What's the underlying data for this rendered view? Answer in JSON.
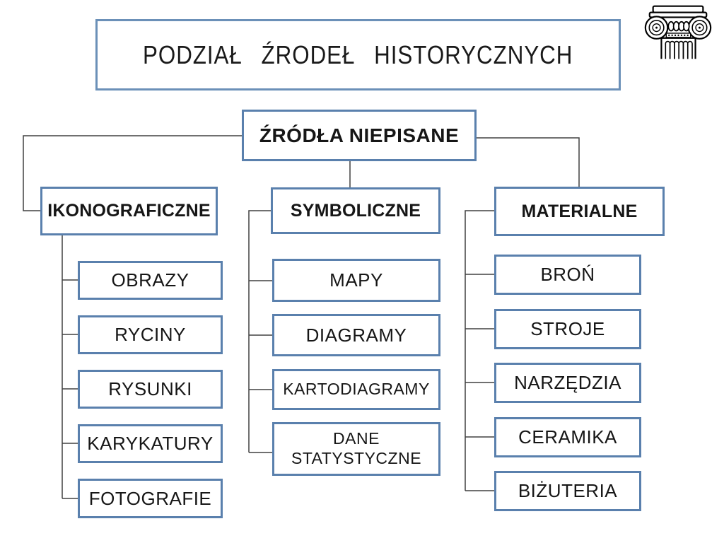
{
  "slide": {
    "title": "PODZIAŁ ŹRODEŁ HISTORYCZNYCH",
    "corner_icon": "ionic-column-capital-icon"
  },
  "colors": {
    "box_border": "#5a80ad",
    "title_border": "#6b90b8",
    "connector": "#404040",
    "text": "#161616",
    "background": "#ffffff"
  },
  "tree": {
    "root": {
      "label": "ŹRÓDŁA NIEPISANE"
    },
    "branches": [
      {
        "label": "IKONOGRAFICZNE",
        "children": [
          "OBRAZY",
          "RYCINY",
          "RYSUNKI",
          "KARYKATURY",
          "FOTOGRAFIE"
        ]
      },
      {
        "label": "SYMBOLICZNE",
        "children": [
          "MAPY",
          "DIAGRAMY",
          "KARTODIAGRAMY",
          "DANE STATYSTYCZNE"
        ]
      },
      {
        "label": "MATERIALNE",
        "children": [
          "BROŃ",
          "STROJE",
          "NARZĘDZIA",
          "CERAMIKA",
          "BIŻUTERIA"
        ]
      }
    ]
  }
}
